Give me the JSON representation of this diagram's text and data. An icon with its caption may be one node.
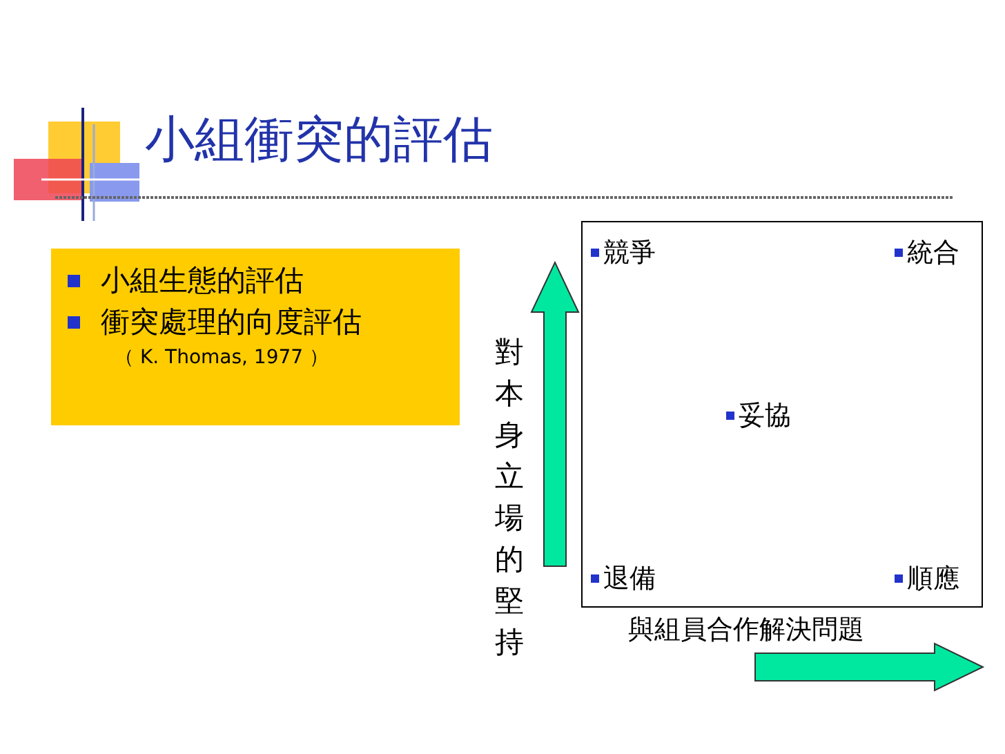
{
  "diagram": {
    "title": "小組衝突的評估",
    "nodes": [
      {
        "text": [
          "小組生態的評估",
          "衝突處理的向度評估",
          "（ K. Thomas, 1977 ）"
        ]
      },
      {
        "text": [
          "競爭",
          "統合",
          "妥協",
          "退備",
          "順應"
        ]
      }
    ],
    "labels": [
      "對本身立場的堅持",
      "與組員合作解決問題"
    ]
  }
}
